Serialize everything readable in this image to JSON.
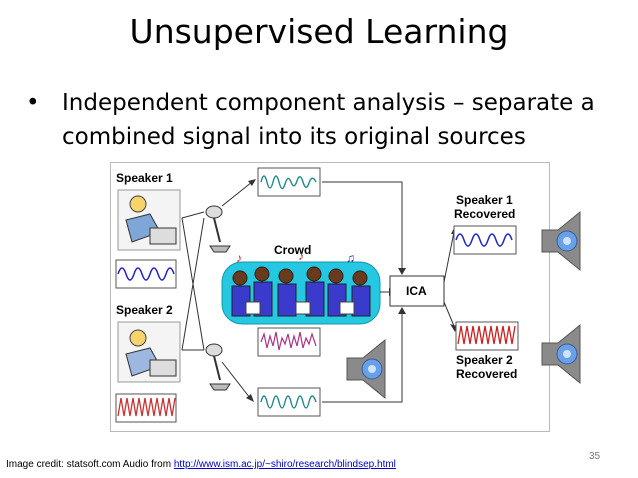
{
  "slide": {
    "title": "Unsupervised Learning",
    "bullet": "Independent component analysis – separate a combined signal into its original sources",
    "page_number": "35"
  },
  "diagram": {
    "speaker1_label": "Speaker 1",
    "speaker2_label": "Speaker 2",
    "crowd_label": "Crowd",
    "ica_label": "ICA",
    "speaker1_recovered_line1": "Speaker 1",
    "speaker1_recovered_line2": "Recovered",
    "speaker2_recovered_line1": "Speaker 2",
    "speaker2_recovered_line2": "Recovered"
  },
  "credit": {
    "text": "Image credit: statsoft.com  Audio from ",
    "link": "http://www.ism.ac.jp/~shiro/research/blindsep.html"
  },
  "icons": [
    "speaker-audio-icon",
    "microphone-icon"
  ],
  "colors": {
    "sine_wave": "#2222cc",
    "mixed_wave": "#cc3333",
    "recovered_red": "#cc2222",
    "wave_teal": "#228888"
  }
}
